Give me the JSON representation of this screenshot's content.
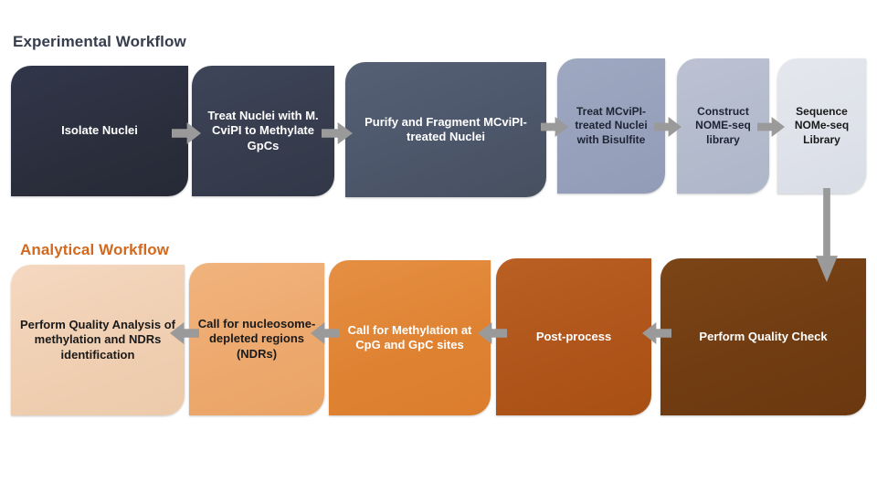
{
  "diagram": {
    "title_experimental": "Experimental Workflow",
    "title_analytical": "Analytical Workflow",
    "colors": {
      "experimental_title": "#363d4d",
      "analytical_title": "#d2691e",
      "arrow": "#9a9a9a",
      "background": "#ffffff"
    }
  },
  "experimental": {
    "steps": [
      {
        "id": "isolate-nuclei",
        "label": "Isolate Nuclei",
        "fill": "#2b2f3d",
        "text_color": "#ffffff",
        "font_size": 13
      },
      {
        "id": "treat-mcvipi",
        "label": "Treat Nuclei with M. CviPI to Methylate GpCs",
        "fill": "#373d4e",
        "text_color": "#ffffff",
        "font_size": 13
      },
      {
        "id": "purify-fragment",
        "label": "Purify and Fragment MCviPI-treated Nuclei",
        "fill": "#4d576b",
        "text_color": "#ffffff",
        "font_size": 13
      },
      {
        "id": "bisulfite-treat",
        "label": "Treat MCviPI-treated Nuclei with Bisulfite",
        "fill": "#97a1bb",
        "text_color": "#1e2433",
        "font_size": 12
      },
      {
        "id": "construct-library",
        "label": "Construct NOME-seq library",
        "fill": "#b4bbcd",
        "text_color": "#1e2433",
        "font_size": 12
      },
      {
        "id": "sequence-library",
        "label": "Sequence NOMe-seq Library",
        "fill": "#dfe2ea",
        "text_color": "#1a1a1a",
        "font_size": 12
      }
    ],
    "arrows": [
      {
        "id": "arrow-isolate-to-treat",
        "direction": "right"
      },
      {
        "id": "arrow-treat-to-purify",
        "direction": "right"
      },
      {
        "id": "arrow-purify-to-bisulfite",
        "direction": "right"
      },
      {
        "id": "arrow-bisulfite-to-construct",
        "direction": "right"
      },
      {
        "id": "arrow-construct-to-sequence",
        "direction": "right"
      }
    ]
  },
  "analytical": {
    "steps": [
      {
        "id": "quality-analysis",
        "label": "Perform Quality Analysis of methylation and NDRs identification",
        "fill": "#f0cfb2",
        "text_color": "#1a1a1a",
        "font_size": 13
      },
      {
        "id": "call-ndrs",
        "label": "Call for nucleosome-depleted regions (NDRs)",
        "fill": "#eda96e",
        "text_color": "#1a1a1a",
        "font_size": 13
      },
      {
        "id": "call-methylation",
        "label": "Call for Methylation at CpG and GpC sites",
        "fill": "#df8333",
        "text_color": "#ffffff",
        "font_size": 13
      },
      {
        "id": "post-process",
        "label": "Post-process",
        "fill": "#b0551b",
        "text_color": "#ffffff",
        "font_size": 13
      },
      {
        "id": "quality-check",
        "label": "Perform Quality Check",
        "fill": "#713c12",
        "text_color": "#ffffff",
        "font_size": 13
      }
    ],
    "arrows": [
      {
        "id": "arrow-ndrs-to-quality-analysis",
        "direction": "left"
      },
      {
        "id": "arrow-methylation-to-ndrs",
        "direction": "left"
      },
      {
        "id": "arrow-postprocess-to-methylation",
        "direction": "left"
      },
      {
        "id": "arrow-qualitycheck-to-postprocess",
        "direction": "left"
      }
    ],
    "connector": {
      "id": "arrow-sequence-to-qualitycheck",
      "direction": "down"
    }
  }
}
